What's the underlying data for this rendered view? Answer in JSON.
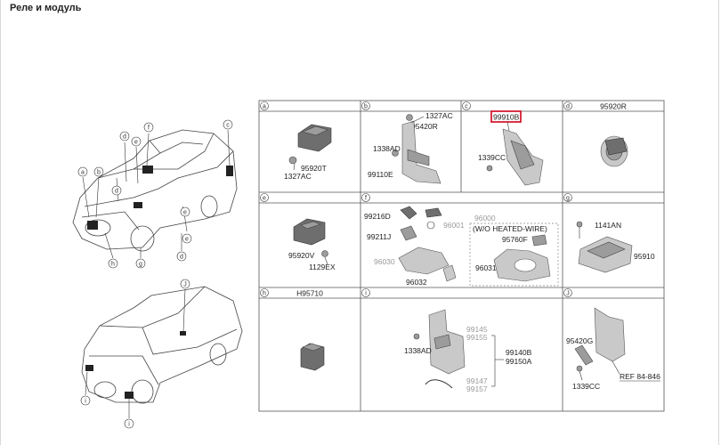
{
  "page": {
    "title": "Реле и модуль"
  },
  "colors": {
    "highlight": "#d0021b",
    "greyed": "#9a9a9a",
    "grid": "#555555"
  },
  "callouts": {
    "car1": [
      "f",
      "c",
      "d",
      "e",
      "a",
      "b",
      "d",
      "e",
      "e",
      "h",
      "g",
      "d"
    ],
    "car2": [
      "J",
      "i",
      "i"
    ]
  },
  "cells": {
    "a": {
      "letter": "a",
      "parts": [
        "1327AC",
        "95920T"
      ]
    },
    "b": {
      "letter": "b",
      "parts": [
        "1327AC",
        "95420R",
        "1338AD",
        "99110E"
      ]
    },
    "c": {
      "letter": "c",
      "parts": [
        "99910B",
        "1339CC"
      ]
    },
    "d": {
      "letter": "d",
      "header": "95920R"
    },
    "e": {
      "letter": "e",
      "parts": [
        "95920V",
        "1129EX"
      ]
    },
    "f": {
      "letter": "f",
      "parts": [
        "99216D",
        "99211J",
        "96030",
        "96032",
        "96001",
        "96000",
        "95760F",
        "96031"
      ],
      "note": "(W/O HEATED-WIRE)"
    },
    "g": {
      "letter": "g",
      "parts": [
        "1141AN",
        "95910"
      ]
    },
    "h": {
      "letter": "h",
      "header": "H95710"
    },
    "i": {
      "letter": "i",
      "parts": [
        "99145",
        "99155",
        "1338AD",
        "99140B",
        "99150A",
        "99147",
        "99157"
      ]
    },
    "j": {
      "letter": "J",
      "parts": [
        "95420G",
        "1339CC"
      ],
      "ref": "REF 84-846"
    }
  }
}
